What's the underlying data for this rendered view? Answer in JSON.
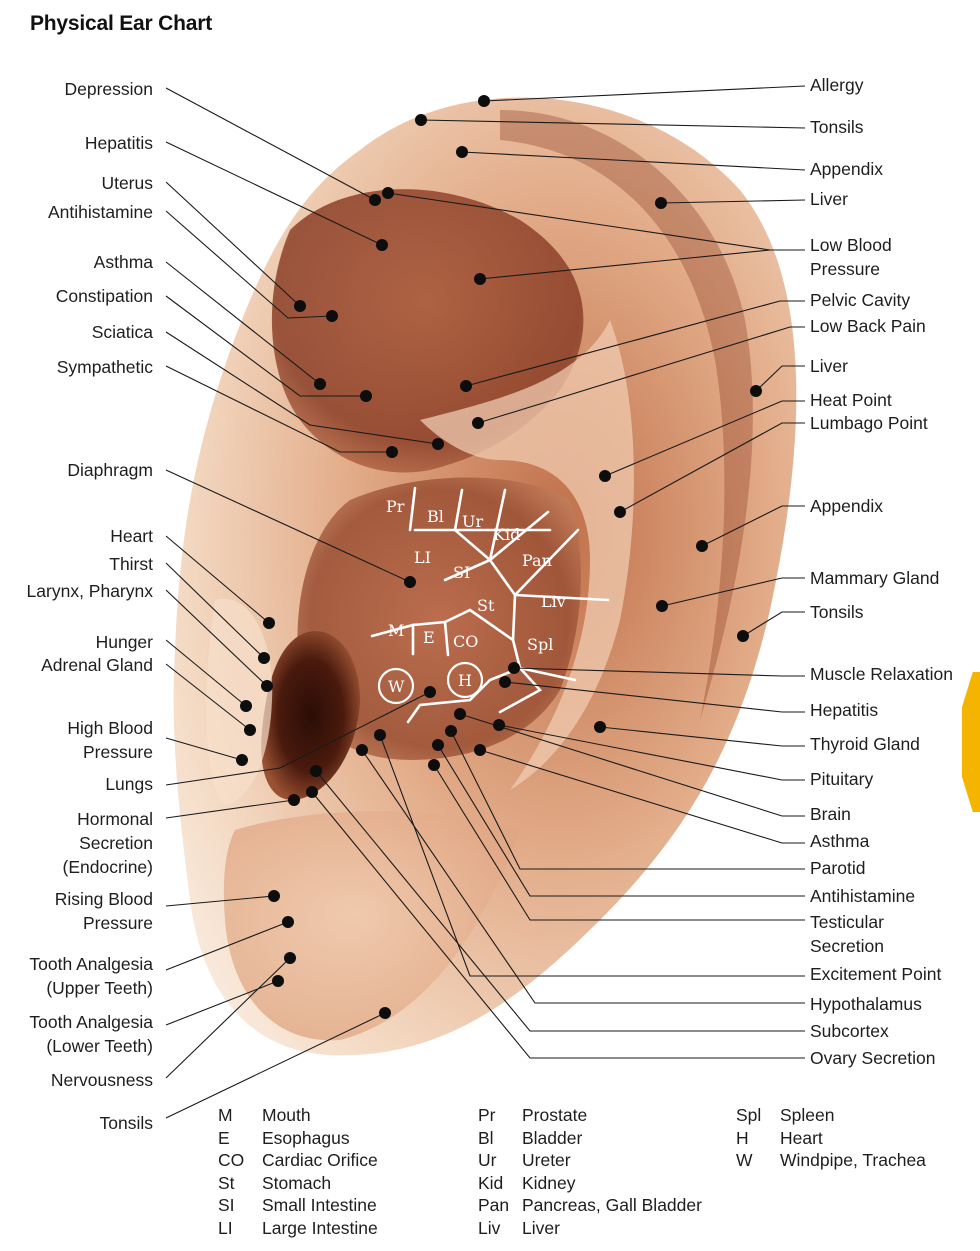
{
  "title": "Physical Ear Chart",
  "colors": {
    "accent_tab": "#f5b400",
    "skin_light": "#f3d9c2",
    "skin_dark": "#7a3420",
    "lines": "#ffffff"
  },
  "labels_left": [
    {
      "id": "depression",
      "text": "Depression"
    },
    {
      "id": "hepatitis",
      "text": "Hepatitis"
    },
    {
      "id": "uterus",
      "text": "Uterus"
    },
    {
      "id": "antihistamine",
      "text": "Antihistamine"
    },
    {
      "id": "asthma",
      "text": "Asthma"
    },
    {
      "id": "constipation",
      "text": "Constipation"
    },
    {
      "id": "sciatica",
      "text": "Sciatica"
    },
    {
      "id": "sympathetic",
      "text": "Sympathetic"
    },
    {
      "id": "diaphragm",
      "text": "Diaphragm"
    },
    {
      "id": "heart",
      "text": "Heart"
    },
    {
      "id": "thirst",
      "text": "Thirst"
    },
    {
      "id": "larynx",
      "text": "Larynx, Pharynx"
    },
    {
      "id": "hunger",
      "text": "Hunger"
    },
    {
      "id": "adrenal",
      "text": "Adrenal Gland"
    },
    {
      "id": "high-bp",
      "text": "High Blood\nPressure"
    },
    {
      "id": "lungs",
      "text": "Lungs"
    },
    {
      "id": "hormonal",
      "text": "Hormonal\nSecretion\n(Endocrine)"
    },
    {
      "id": "rising-bp",
      "text": "Rising Blood\nPressure"
    },
    {
      "id": "tooth-upper",
      "text": "Tooth Analgesia\n(Upper Teeth)"
    },
    {
      "id": "tooth-lower",
      "text": "Tooth Analgesia\n(Lower Teeth)"
    },
    {
      "id": "nervousness",
      "text": "Nervousness"
    },
    {
      "id": "tonsils-left",
      "text": "Tonsils"
    }
  ],
  "labels_right": [
    {
      "id": "allergy",
      "text": "Allergy"
    },
    {
      "id": "tonsils-1",
      "text": "Tonsils"
    },
    {
      "id": "appendix-1",
      "text": "Appendix"
    },
    {
      "id": "liver-1",
      "text": "Liver"
    },
    {
      "id": "low-bp",
      "text": "Low Blood\nPressure"
    },
    {
      "id": "pelvic",
      "text": "Pelvic Cavity"
    },
    {
      "id": "low-back",
      "text": "Low Back Pain"
    },
    {
      "id": "liver-2",
      "text": "Liver"
    },
    {
      "id": "heat",
      "text": "Heat Point"
    },
    {
      "id": "lumbago",
      "text": "Lumbago Point"
    },
    {
      "id": "appendix-2",
      "text": "Appendix"
    },
    {
      "id": "mammary",
      "text": "Mammary Gland"
    },
    {
      "id": "tonsils-2",
      "text": "Tonsils"
    },
    {
      "id": "muscle",
      "text": "Muscle Relaxation"
    },
    {
      "id": "hepatitis-r",
      "text": "Hepatitis"
    },
    {
      "id": "thyroid",
      "text": "Thyroid Gland"
    },
    {
      "id": "pituitary",
      "text": "Pituitary"
    },
    {
      "id": "brain",
      "text": "Brain"
    },
    {
      "id": "asthma-r",
      "text": "Asthma"
    },
    {
      "id": "parotid",
      "text": "Parotid"
    },
    {
      "id": "antihistamine-r",
      "text": "Antihistamine"
    },
    {
      "id": "testicular",
      "text": "Testicular\nSecretion"
    },
    {
      "id": "excitement",
      "text": "Excitement Point"
    },
    {
      "id": "hypothalamus",
      "text": "Hypothalamus"
    },
    {
      "id": "subcortex",
      "text": "Subcortex"
    },
    {
      "id": "ovary",
      "text": "Ovary Secretion"
    }
  ],
  "organ_codes": [
    "Pr",
    "Bl",
    "Ur",
    "Kid",
    "LI",
    "SI",
    "Pan",
    "St",
    "Liv",
    "M",
    "E",
    "CO",
    "Spl",
    "W",
    "H"
  ],
  "legend": [
    [
      {
        "abbr": "M",
        "name": "Mouth"
      },
      {
        "abbr": "E",
        "name": "Esophagus"
      },
      {
        "abbr": "CO",
        "name": "Cardiac Orifice"
      },
      {
        "abbr": "St",
        "name": "Stomach"
      },
      {
        "abbr": "SI",
        "name": "Small Intestine"
      },
      {
        "abbr": "LI",
        "name": "Large Intestine"
      }
    ],
    [
      {
        "abbr": "Pr",
        "name": "Prostate"
      },
      {
        "abbr": "Bl",
        "name": "Bladder"
      },
      {
        "abbr": "Ur",
        "name": "Ureter"
      },
      {
        "abbr": "Kid",
        "name": "Kidney"
      },
      {
        "abbr": "Pan",
        "name": "Pancreas, Gall Bladder"
      },
      {
        "abbr": "Liv",
        "name": "Liver"
      }
    ],
    [
      {
        "abbr": "Spl",
        "name": "Spleen"
      },
      {
        "abbr": "H",
        "name": "Heart"
      },
      {
        "abbr": "W",
        "name": "Windpipe, Trachea"
      }
    ]
  ]
}
